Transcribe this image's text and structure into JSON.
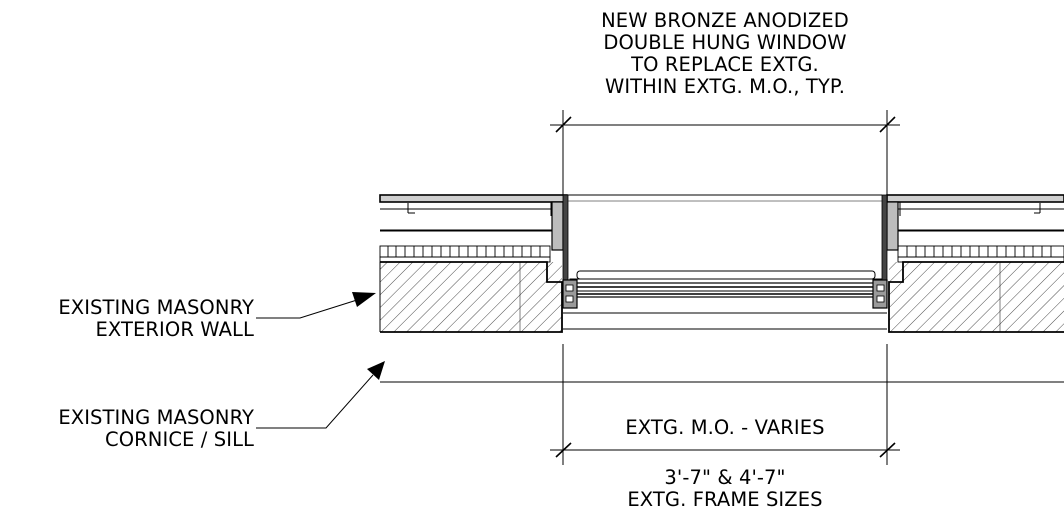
{
  "notes": {
    "window_note": [
      "NEW BRONZE ANODIZED",
      "DOUBLE HUNG WINDOW",
      "TO REPLACE EXTG.",
      "WITHIN EXTG. M.O., TYP."
    ],
    "wall_note": [
      "EXISTING MASONRY",
      "EXTERIOR WALL"
    ],
    "sill_note": [
      "EXISTING MASONRY",
      "CORNICE / SILL"
    ],
    "opening_dimension": "EXTG. M.O. - VARIES",
    "frame_sizes": [
      "3'-7\" & 4'-7\"",
      "EXTG. FRAME SIZES"
    ]
  }
}
